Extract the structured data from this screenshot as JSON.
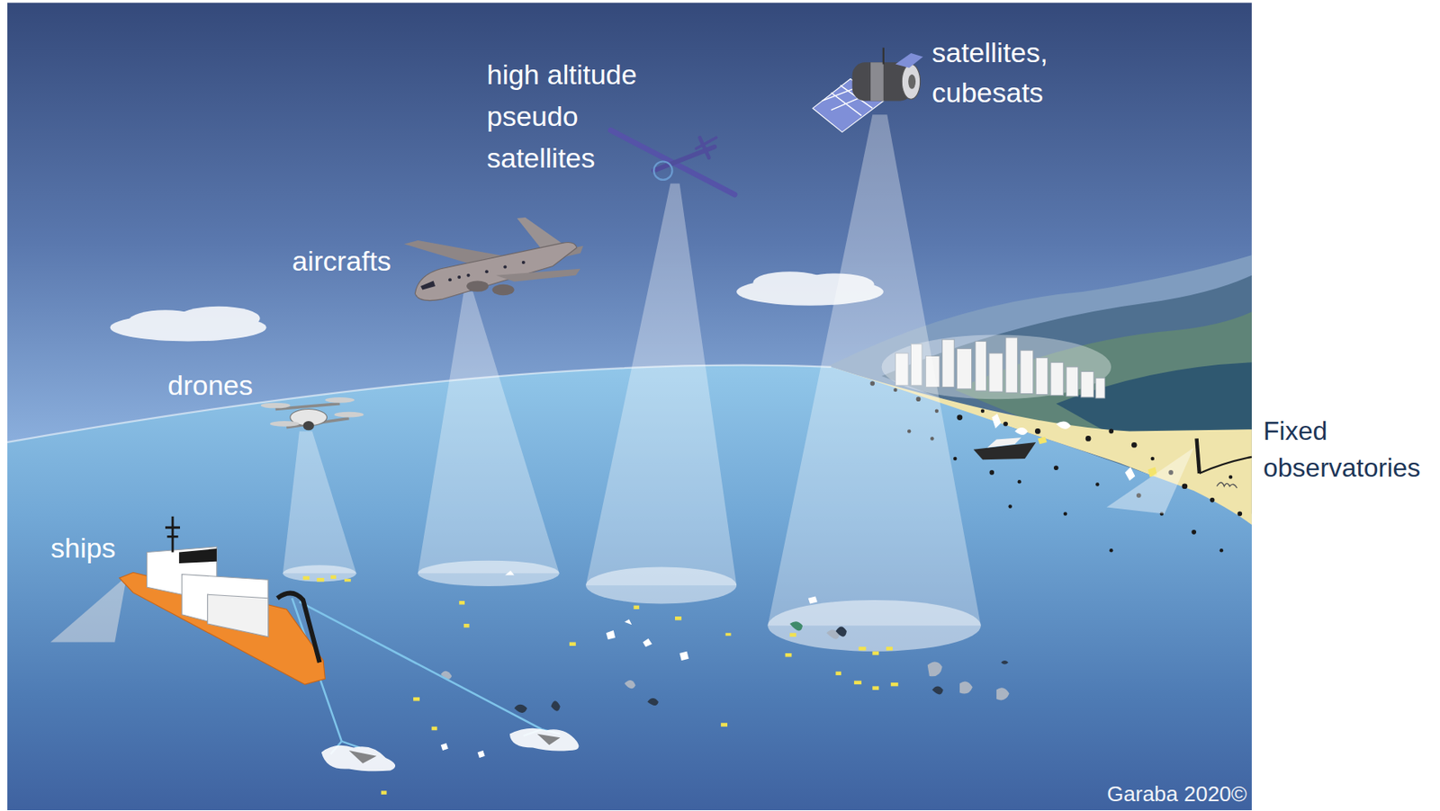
{
  "diagram": {
    "labels": [
      "satellites, cubesats",
      "high altitude pseudo satellites",
      "aircrafts",
      "drones",
      "ships",
      "Fixed observatories",
      "Garaba 2020©"
    ]
  }
}
